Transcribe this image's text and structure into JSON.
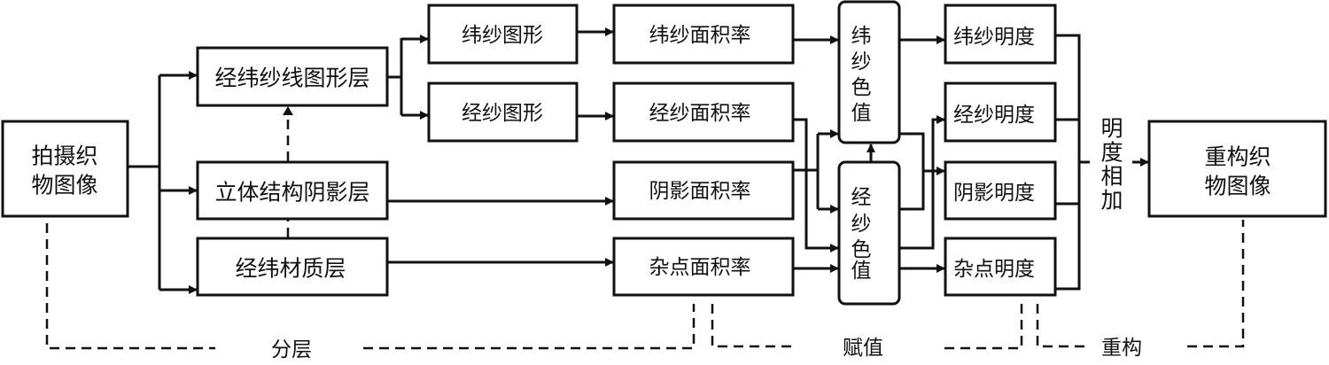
{
  "diagram": {
    "nodes": {
      "source": [
        "拍摄织",
        "物图像"
      ],
      "layer_yarn": "经纬纱线图形层",
      "layer_shadow": "立体结构阴影层",
      "layer_material": "经纬材质层",
      "weft_graph": "纬纱图形",
      "warp_graph": "经纱图形",
      "weft_area": "纬纱面积率",
      "warp_area": "经纱面积率",
      "shadow_area": "阴影面积率",
      "noise_area": "杂点面积率",
      "weft_color": [
        "纬",
        "纱",
        "色",
        "值"
      ],
      "warp_color": [
        "经",
        "纱",
        "色",
        "值"
      ],
      "weft_bright": "纬纱明度",
      "warp_bright": "经纱明度",
      "shadow_bright": "阴影明度",
      "noise_bright": "杂点明度",
      "sum": [
        "明",
        "度",
        "相",
        "加"
      ],
      "result": [
        "重构织",
        "物图像"
      ]
    },
    "stages": {
      "layering": "分层",
      "assign": "赋值",
      "reconstruct": "重构"
    },
    "colors": {
      "stroke": "#111111",
      "background": "#ffffff"
    }
  }
}
